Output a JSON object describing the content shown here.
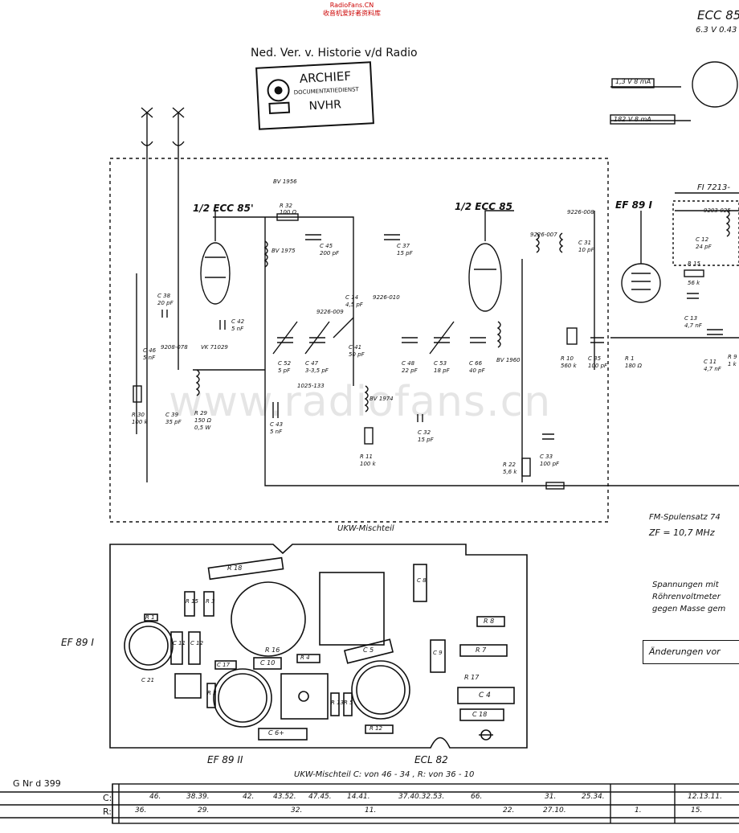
{
  "source_banner": {
    "line1": "RadioFans.CN",
    "line2": "收音机爱好者资料库"
  },
  "watermark": "www.radiofans.cn",
  "header": {
    "archive_title": "Ned. Ver. v. Historie v/d Radio",
    "stamp": {
      "line1": "ARCHIEF",
      "line2": "DOCUMENTATIEDIENST",
      "line3": "NVHR"
    },
    "tube_top_right": "ECC 85",
    "tube_top_right_spec": "6.3 V  0.43",
    "voltage_labels": [
      "1,3 V  8 mA",
      "182 V  8 mA"
    ]
  },
  "schematic": {
    "tubes": [
      "1/2 ECC 85'",
      "1/2 ECC 85",
      "EF 89 I"
    ],
    "fi_label": "FI 7213-",
    "section_title": "UKW-Mischteil",
    "components": [
      "BV 1956",
      "R 32",
      "100 Ω",
      "C 45",
      "200 pF",
      "BV 1975",
      "C 37",
      "15 pF",
      "9226-007",
      "9226-008",
      "C 31",
      "10 pF",
      "C 38",
      "20 pF",
      "C 42",
      "5 nF",
      "9208-078",
      "VK 71029",
      "C 46",
      "5 nF",
      "C 39",
      "35 pF",
      "R 30",
      "100 k",
      "R 29",
      "150 Ω",
      "0,5 W",
      "C 14",
      "4,5 pF",
      "9226-009",
      "9226-010",
      "C 41",
      "50 pF",
      "C 52",
      "5 pF",
      "C 47",
      "3-3,5 pF",
      "1025-133",
      "C 48",
      "22 pF",
      "C 53",
      "18 pF",
      "C 66",
      "40 pF",
      "BV 1960",
      "BV 1974",
      "C 43",
      "5 nF",
      "R 11",
      "100 k",
      "C 32",
      "15 pF",
      "C 33",
      "100 pF",
      "R 22",
      "5,6 k",
      "R 10",
      "560 k",
      "C 35",
      "100 pF",
      "R 1",
      "180 Ω",
      "R 15",
      "56 k",
      "C 12",
      "24 pF",
      "C 13",
      "4,7 nF",
      "C 11",
      "4,7 nF",
      "R 9",
      "1 k",
      "9203-025"
    ],
    "notes": [
      "FM-Spulensatz  74",
      "ZF = 10,7 MHz",
      "Spannungen mit",
      "Röhrenvoltmeter",
      "gegen Masse gem"
    ],
    "change_box": "Änderungen vor"
  },
  "pcb": {
    "labels": [
      "R 18",
      "C 8",
      "R 15",
      "R 3",
      "R 1",
      "C 12",
      "C 11",
      "R 16",
      "C 10",
      "C 17",
      "R 4",
      "C 5",
      "R 8",
      "R 7",
      "C 9",
      "R 17",
      "C 4",
      "C 18",
      "R 2",
      "R 13",
      "R 12",
      "R 5",
      "C 6+",
      "C 21"
    ],
    "tube_labels": [
      "EF 89 I",
      "EF 89 II",
      "ECL 82"
    ]
  },
  "footer": {
    "title": "UKW-Mischteil  C: von 46 - 34 ,  R: von 36 - 10",
    "drawing_no": "G Nr  d  399",
    "c_row_label": "C:",
    "r_row_label": "R:",
    "c_values": [
      "46.",
      "38.39.",
      "42.",
      "43.52.",
      "47.45.",
      "14.41.",
      "37.40.32.53.",
      "66.",
      "31.",
      "25.34.",
      "12.13.11."
    ],
    "r_values": [
      "36.",
      "29.",
      "32.",
      "11.",
      "22.",
      "27.10.",
      "1.",
      "15."
    ]
  }
}
